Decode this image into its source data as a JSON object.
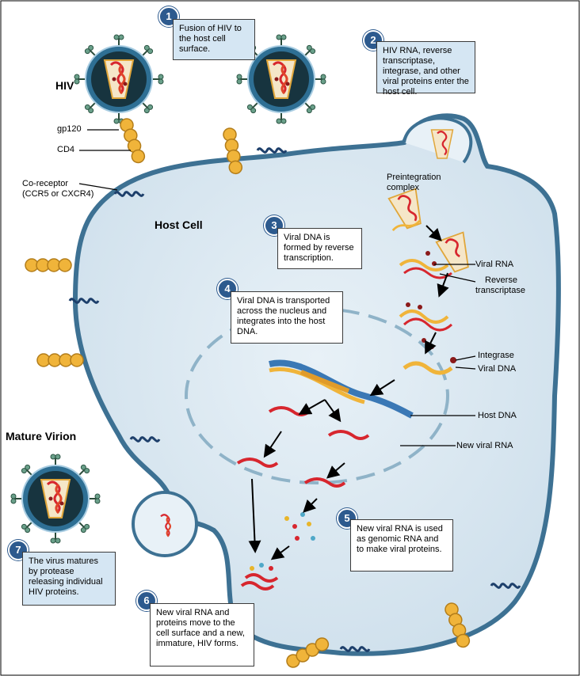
{
  "labels": {
    "hiv": "HIV",
    "gp120": "gp120",
    "cd4": "CD4",
    "coreceptor_line1": "Co-receptor",
    "coreceptor_line2": "(CCR5 or CXCR4)",
    "host_cell": "Host Cell",
    "mature_virion": "Mature Virion",
    "preintegration_line1": "Preintegration",
    "preintegration_line2": "complex",
    "viral_rna": "Viral RNA",
    "reverse_line1": "Reverse",
    "reverse_line2": "transcriptase",
    "integrase": "Integrase",
    "viral_dna": "Viral DNA",
    "host_dna": "Host DNA",
    "new_viral_rna": "New viral RNA"
  },
  "steps": [
    {
      "number": "1",
      "text": "Fusion of  HIV to the host cell surface."
    },
    {
      "number": "2",
      "text": "HIV RNA, reverse transcriptase, integrase, and other viral proteins enter the host cell."
    },
    {
      "number": "3",
      "text": "Viral DNA is formed by reverse transcription."
    },
    {
      "number": "4",
      "text": "Viral DNA is transported across the nucleus and integrates into the host DNA."
    },
    {
      "number": "5",
      "text": "New viral RNA is used as genomic RNA and to make viral proteins."
    },
    {
      "number": "6",
      "text": "New viral RNA and proteins move to the cell surface and a new, immature, HIV forms."
    },
    {
      "number": "7",
      "text": "The virus matures by protease releasing individual HIV proteins."
    }
  ],
  "colors": {
    "cell_fill": "#dce9f2",
    "cell_membrane": "#3d7193",
    "virus_core": "#17343f",
    "rna_red": "#d7262e",
    "dna_gold": "#f0b43a",
    "step_badge": "#2d5a8e"
  }
}
